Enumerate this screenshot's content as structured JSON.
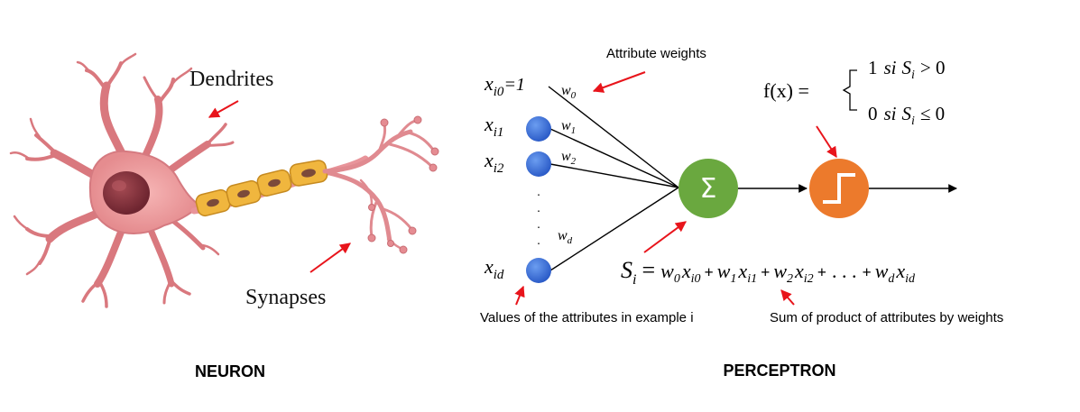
{
  "neuron": {
    "caption": "NEURON",
    "label_dendrites": "Dendrites",
    "label_synapses": "Synapses"
  },
  "perceptron": {
    "caption": "PERCEPTRON",
    "inputs": [
      {
        "base": "x",
        "sub": "i0",
        "suffix": "=1"
      },
      {
        "base": "x",
        "sub": "i1",
        "suffix": ""
      },
      {
        "base": "x",
        "sub": "i2",
        "suffix": ""
      },
      {
        "base": "x",
        "sub": "id",
        "suffix": ""
      }
    ],
    "weights": [
      {
        "base": "w",
        "sub": "0"
      },
      {
        "base": "w",
        "sub": "1"
      },
      {
        "base": "w",
        "sub": "2"
      },
      {
        "base": "w",
        "sub": "d"
      }
    ],
    "ellipsis": ".",
    "sum_symbol": "Σ",
    "annotation_weights": "Attribute weights",
    "annotation_values": "Values of the attributes in example i",
    "annotation_sum": "Sum of product of attributes by weights",
    "activation": {
      "lhs": "f(x) =",
      "case1_value": "1",
      "case1_si": "si",
      "case1_cond": "> 0",
      "case2_value": "0",
      "case2_si": "si",
      "case2_cond": "≤ 0",
      "var_base": "S",
      "var_sub": "i"
    },
    "equation": {
      "lhs_base": "S",
      "lhs_sub": "i",
      "equals": "=",
      "terms": [
        {
          "w": "w",
          "ws": "0",
          "x": "x",
          "xs": "i0"
        },
        {
          "w": "w",
          "ws": "1",
          "x": "x",
          "xs": "i1"
        },
        {
          "w": "w",
          "ws": "2",
          "x": "x",
          "xs": "i2"
        },
        {
          "w": "w",
          "ws": "d",
          "x": "x",
          "xs": "id"
        }
      ],
      "plus": "+",
      "dots": ". . ."
    },
    "colors": {
      "input_node": "#3a6fd8",
      "sum_node": "#6aa83f",
      "activation_node": "#ec7a2c",
      "arrow_red": "#e8141b",
      "line": "#000000"
    }
  }
}
